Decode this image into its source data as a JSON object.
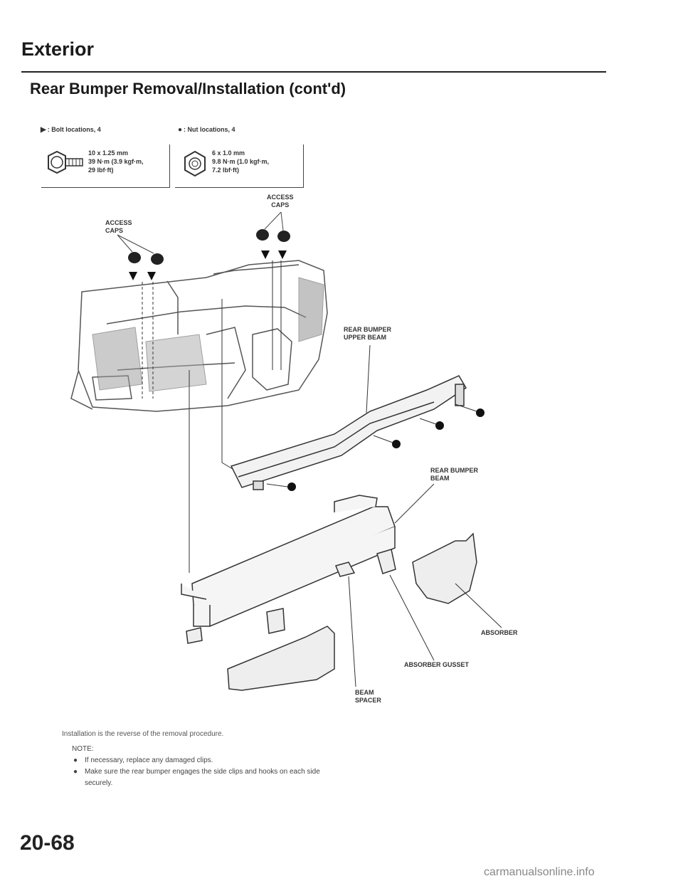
{
  "header": {
    "section": "Exterior",
    "title": "Rear Bumper Removal/Installation (cont'd)"
  },
  "legend": {
    "bolt_glyph": "▶",
    "bolt_text": ": Bolt locations, 4",
    "nut_glyph": "●",
    "nut_text": ": Nut locations, 4"
  },
  "specs": {
    "bolt": {
      "size": "10 x 1.25 mm",
      "torque_line1": "39 N·m (3.9 kgf·m,",
      "torque_line2": "29 lbf·ft)"
    },
    "nut": {
      "size": "6 x 1.0 mm",
      "torque_line1": "9.8 N·m (1.0 kgf·m,",
      "torque_line2": "7.2 lbf·ft)"
    }
  },
  "callouts": {
    "access_caps_right_1": "ACCESS",
    "access_caps_right_2": "CAPS",
    "access_caps_left_1": "ACCESS",
    "access_caps_left_2": "CAPS",
    "upper_beam_1": "REAR BUMPER",
    "upper_beam_2": "UPPER BEAM",
    "beam_1": "REAR BUMPER",
    "beam_2": "BEAM",
    "absorber": "ABSORBER",
    "absorber_gusset": "ABSORBER GUSSET",
    "spacer_1": "BEAM",
    "spacer_2": "SPACER"
  },
  "body": {
    "installation": "Installation is the reverse of the removal procedure.",
    "note_heading": "NOTE:",
    "bullet_glyph": "●",
    "notes": [
      "If necessary, replace any damaged clips.",
      "Make sure the rear bumper engages the side clips and hooks on each side securely."
    ]
  },
  "footer": {
    "page_number": "20-68",
    "watermark": "carmanualsonline.info"
  }
}
